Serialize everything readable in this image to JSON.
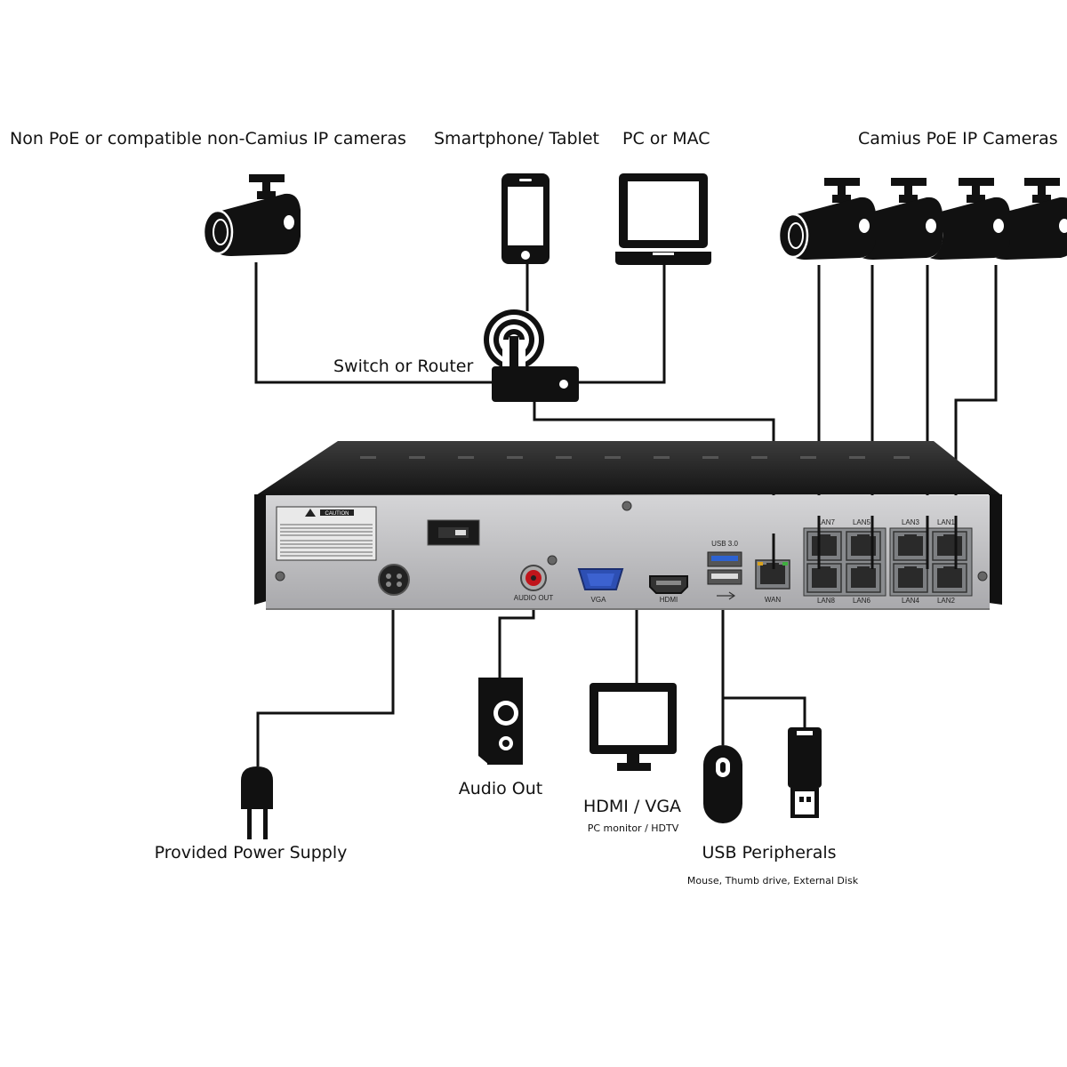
{
  "labels": {
    "non_poe_cameras": "Non PoE or compatible non-Camius IP cameras",
    "smartphone_tablet": "Smartphone/ Tablet",
    "pc_mac": "PC or MAC",
    "poe_cameras": "Camius PoE IP Cameras",
    "switch_router": "Switch or Router",
    "audio_out": "Audio Out",
    "hdmi_vga": "HDMI / VGA",
    "hdmi_vga_sub": "PC monitor / HDTV",
    "usb_peripherals": "USB Peripherals",
    "usb_peripherals_sub": "Mouse, Thumb drive, External Disk",
    "power_supply": "Provided Power Supply"
  },
  "nvr_panel": {
    "caution": "CAUTION",
    "audio_out_port": "AUDIO OUT",
    "vga_port": "VGA",
    "hdmi_port": "HDMI",
    "usb_label": "USB 3.0",
    "wan_port": "WAN",
    "lan_top": [
      "LAN7",
      "LAN5",
      "LAN3",
      "LAN1"
    ],
    "lan_bottom": [
      "LAN8",
      "LAN6",
      "LAN4",
      "LAN2"
    ]
  },
  "icons": [
    "bullet-camera-icon",
    "smartphone-icon",
    "laptop-icon",
    "wifi-signal-icon",
    "router-icon",
    "speaker-icon",
    "monitor-icon",
    "mouse-icon",
    "usb-drive-icon",
    "power-plug-icon"
  ]
}
